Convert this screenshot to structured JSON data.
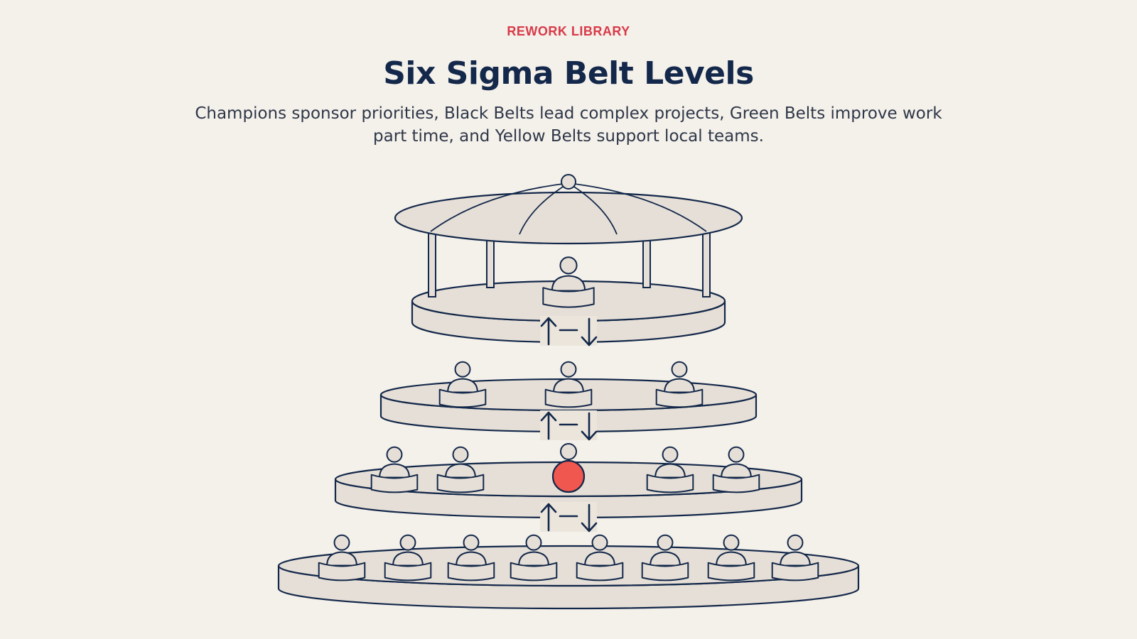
{
  "header": {
    "eyebrow": "REWORK LIBRARY",
    "title": "Six Sigma Belt Levels",
    "subtitle": "Champions sponsor priorities, Black Belts lead complex projects, Green Belts improve work part time, and Yellow Belts support local teams."
  },
  "diagram": {
    "levels": [
      {
        "people": 1,
        "has_canopy": true
      },
      {
        "people": 3
      },
      {
        "people": 5,
        "highlighted_index": 2
      },
      {
        "people": 8
      }
    ],
    "connectors": 3,
    "colors": {
      "stroke": "#13284a",
      "fill": "#e6dfd7",
      "highlight": "#f0574e",
      "background": "#f4f0ea",
      "accent_text": "#d83a48"
    }
  }
}
